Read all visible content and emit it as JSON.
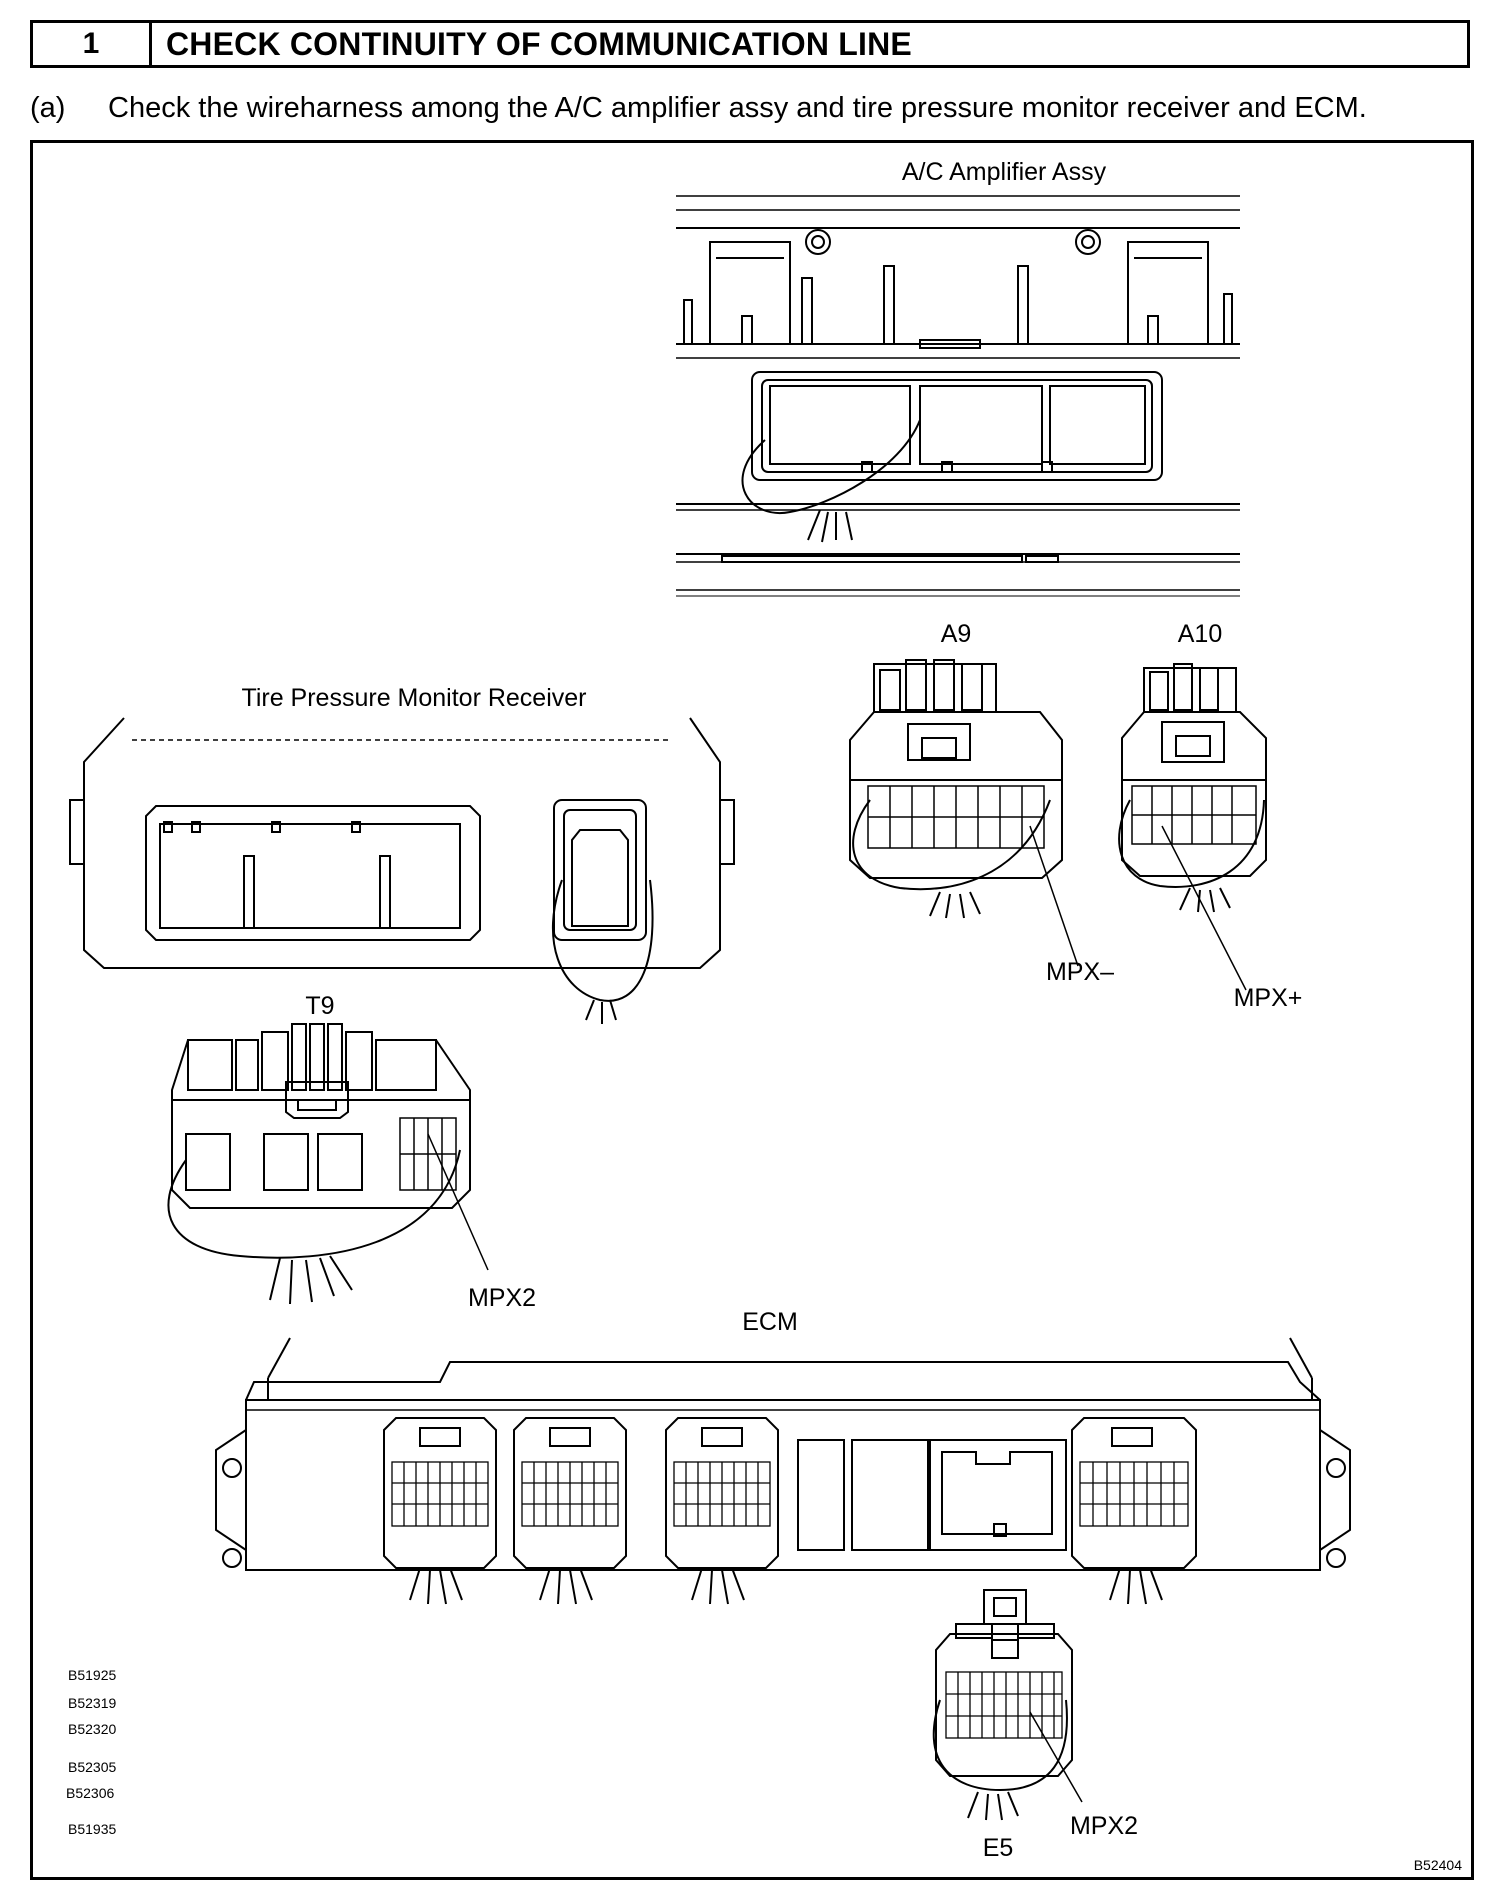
{
  "header": {
    "step_number": "1",
    "title": "CHECK CONTINUITY OF COMMUNICATION LINE"
  },
  "instruction": {
    "tag": "(a)",
    "text": "Check the wireharness among the A/C amplifier assy and tire pressure monitor receiver and ECM."
  },
  "diagram": {
    "ac_amplifier_label": "A/C Amplifier Assy",
    "connector_a9": "A9",
    "connector_a10": "A10",
    "tire_receiver_label": "Tire Pressure Monitor Receiver",
    "connector_t9": "T9",
    "terminal_mpx_minus": "MPX–",
    "terminal_mpx_plus": "MPX+",
    "terminal_t9_mpx2": "MPX2",
    "ecm_label": "ECM",
    "terminal_e5_mpx2": "MPX2",
    "connector_e5": "E5",
    "part_refs": [
      "B51925",
      "B52319",
      "B52320",
      "B52305",
      "B52306",
      "B51935"
    ],
    "figure_code": "B52404"
  }
}
